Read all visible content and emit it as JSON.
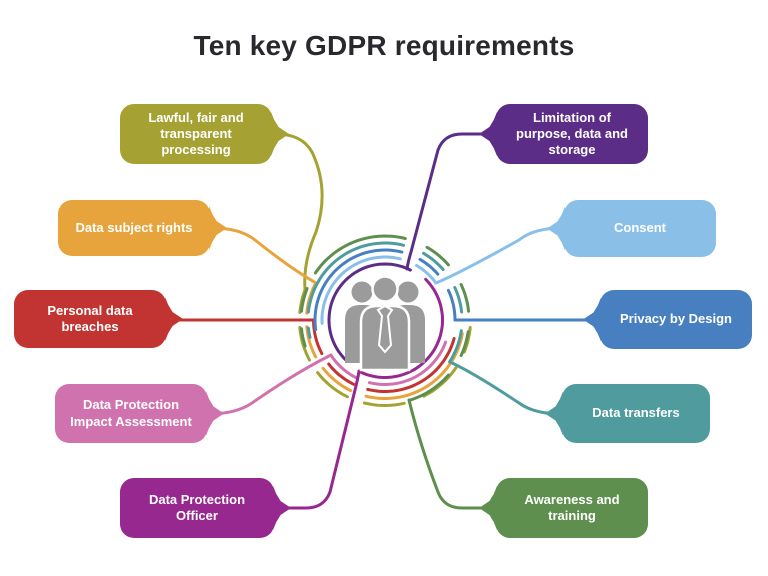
{
  "title": "Ten key GDPR requirements",
  "title_color": "#29282e",
  "background": "#ffffff",
  "center": {
    "icon": "people-group-icon",
    "icon_color": "#9b9b9b"
  },
  "items": [
    {
      "id": "lawful",
      "label": "Lawful, fair and transparent processing",
      "color": "#a5a233",
      "side": "left"
    },
    {
      "id": "subject",
      "label": "Data subject rights",
      "color": "#e7a43c",
      "side": "left"
    },
    {
      "id": "breaches",
      "label": "Personal data breaches",
      "color": "#c23431",
      "side": "left"
    },
    {
      "id": "dpia",
      "label": "Data Protection Impact Assessment",
      "color": "#cf72ae",
      "side": "left"
    },
    {
      "id": "dpo",
      "label": "Data Protection Officer",
      "color": "#96288f",
      "side": "left"
    },
    {
      "id": "limitation",
      "label": "Limitation of purpose, data and storage",
      "color": "#5c2d87",
      "side": "right"
    },
    {
      "id": "consent",
      "label": "Consent",
      "color": "#8abfe8",
      "side": "right"
    },
    {
      "id": "privacy",
      "label": "Privacy by Design",
      "color": "#477fc0",
      "side": "right"
    },
    {
      "id": "transfers",
      "label": "Data transfers",
      "color": "#4f9b9e",
      "side": "right"
    },
    {
      "id": "awareness",
      "label": "Awareness and training",
      "color": "#5e8f4e",
      "side": "right"
    }
  ]
}
